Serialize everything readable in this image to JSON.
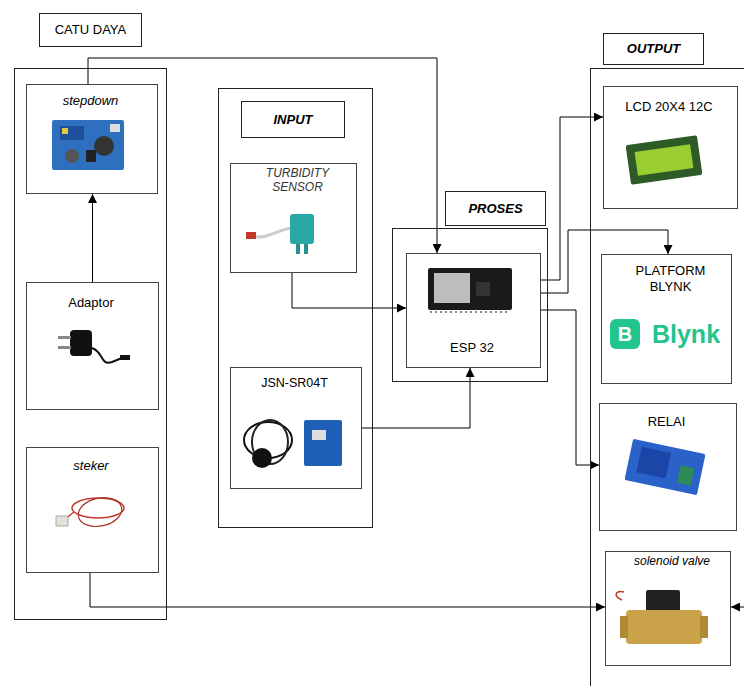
{
  "diagram": {
    "nodes": [
      {
        "text": [
          "CATU DAYA"
        ]
      },
      {
        "text": [
          "stepdown"
        ],
        "in": 0
      },
      {
        "text": [
          "Adaptor"
        ],
        "in": 0
      },
      {
        "text": [
          "steker"
        ],
        "in": 0
      },
      {
        "text": [
          "INPUT"
        ]
      },
      {
        "text": [
          "TURBIDITY SENSOR"
        ],
        "in": 4
      },
      {
        "text": [
          "JSN-SR04T"
        ],
        "in": 4
      },
      {
        "text": [
          "PROSES"
        ]
      },
      {
        "text": [
          "ESP 32"
        ],
        "in": 7
      },
      {
        "text": [
          "OUTPUT"
        ]
      },
      {
        "text": [
          "LCD 20X4 12C"
        ],
        "in": 9
      },
      {
        "text": [
          "PLATFORM BLYNK",
          "B",
          "Blynk"
        ],
        "in": 9
      },
      {
        "text": [
          "RELAI"
        ],
        "in": 9
      },
      {
        "text": [
          "solenoid valve"
        ],
        "in": 9
      }
    ],
    "edges": [
      {
        "from": 2,
        "to": 1,
        "arrow": "to"
      },
      {
        "from": 1,
        "to": 8,
        "arrow": "to"
      },
      {
        "from": 5,
        "to": 8,
        "arrow": "to"
      },
      {
        "from": 6,
        "to": 8,
        "arrow": "to"
      },
      {
        "from": 8,
        "to": 10,
        "arrow": "to"
      },
      {
        "from": 8,
        "to": 11,
        "arrow": "to"
      },
      {
        "from": 8,
        "to": 12,
        "arrow": "to"
      },
      {
        "from": 3,
        "to": 13,
        "arrow": "to"
      }
    ]
  }
}
